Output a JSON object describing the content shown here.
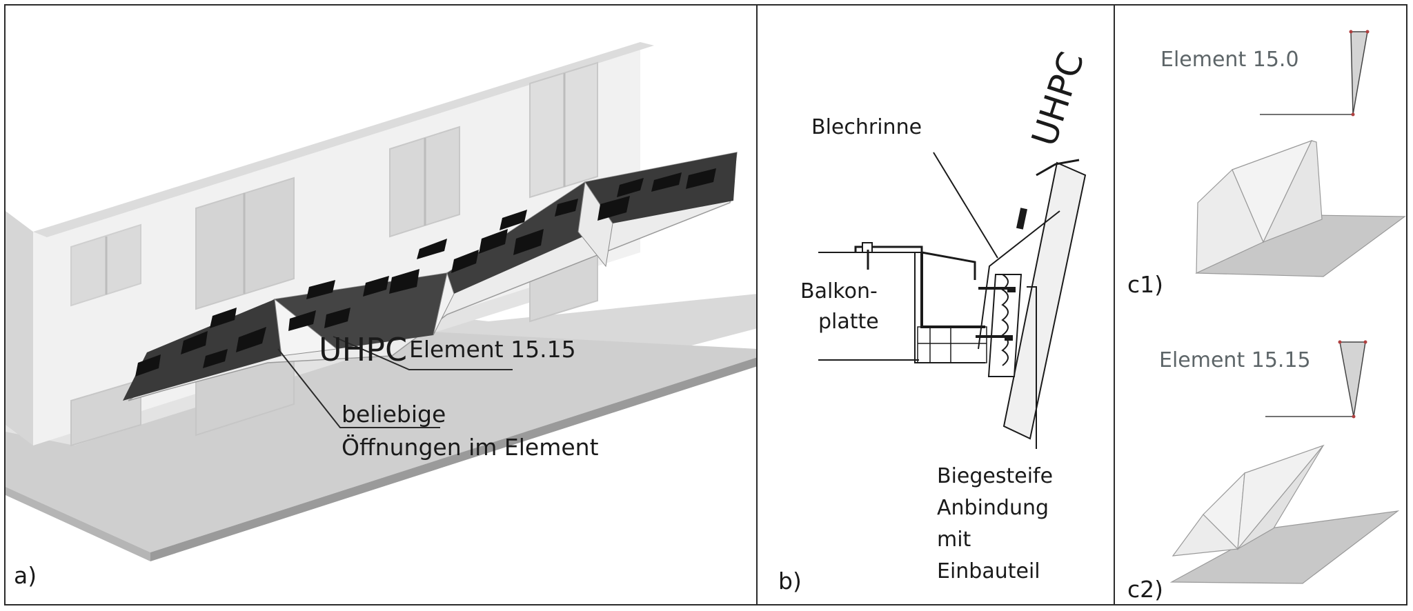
{
  "panel_a": {
    "letter": "a)",
    "uhpc": "UHPC",
    "element_label": "Element 15.15",
    "openings_line1": "beliebige",
    "openings_line2": "Öffnungen im Element"
  },
  "panel_b": {
    "letter": "b)",
    "uhpc": "UHPC",
    "blechrinne": "Blechrinne",
    "balkon_line1": "Balkon-",
    "balkon_line2": "platte",
    "anbindung_line1": "Biegesteife",
    "anbindung_line2": "Anbindung",
    "anbindung_line3": "mit",
    "anbindung_line4": "Einbauteil"
  },
  "panel_c": {
    "c1_label": "c1)",
    "c2_label": "c2)",
    "element_15_0": "Element 15.0",
    "element_15_15": "Element 15.15"
  },
  "colors": {
    "frame": "#2a2a2a",
    "dark_panel": "#3a3a3a",
    "light_face": "#eeeeee",
    "floor_grey": "#c8c8c8",
    "annotation_grey": "#5d6568",
    "node_red": "#b04040"
  }
}
